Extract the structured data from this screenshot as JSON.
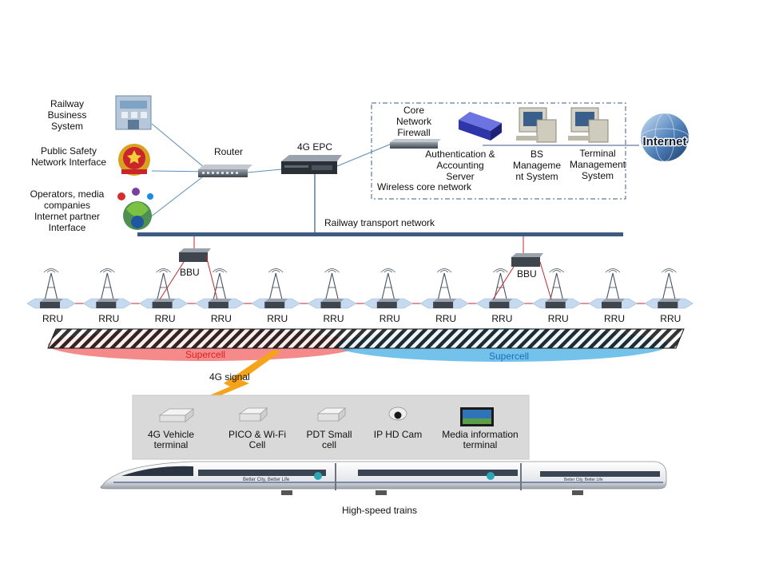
{
  "left_sources": [
    {
      "lines": [
        "Railway",
        "Business",
        "System"
      ],
      "icon": "building-icon"
    },
    {
      "lines": [
        "Public Safety",
        "Network Interface"
      ],
      "icon": "police-emblem-icon"
    },
    {
      "lines": [
        "Operators, media",
        "companies",
        "Internet partner",
        "Interface"
      ],
      "icon": "operator-logos-icon"
    }
  ],
  "router_label": "Router",
  "epc_label": "4G EPC",
  "core_network": {
    "firewall_lines": [
      "Core",
      "Network",
      "Firewall"
    ],
    "auth_lines": [
      "Authentication  &",
      "Accounting",
      "Server"
    ],
    "bs_lines": [
      "BS",
      "Manageme",
      "nt System"
    ],
    "terminal_lines": [
      "Terminal",
      "Management",
      "System"
    ],
    "box_label": "Wireless core network"
  },
  "internet_label": "Internet",
  "transport_label": "Railway transport network",
  "bbu_label": "BBU",
  "rru_label": "RRU",
  "rru_count": 12,
  "supercell_label": "Supercell",
  "signal_label": "4G signal",
  "terminals": [
    {
      "lines": [
        "4G Vehicle",
        "terminal"
      ],
      "icon": "vehicle-terminal-icon"
    },
    {
      "lines": [
        "PICO & Wi-Fi",
        "Cell"
      ],
      "icon": "pico-cell-icon"
    },
    {
      "lines": [
        "PDT Small",
        "cell"
      ],
      "icon": "pdt-cell-icon"
    },
    {
      "lines": [
        "IP HD Cam"
      ],
      "icon": "camera-icon"
    },
    {
      "lines": [
        "Media information",
        "terminal"
      ],
      "icon": "media-terminal-icon"
    }
  ],
  "train_slogan": "Better City,  Better Life",
  "train_label": "High-speed trains",
  "colors": {
    "network_line": "#3d5a80",
    "connector": "#5b8fb8",
    "fiber": "#c0282c",
    "supercell_red": "#f26d6d",
    "supercell_blue": "#4fb3e6",
    "signal": "#f5a31a",
    "panel": "#d9d9d9"
  }
}
